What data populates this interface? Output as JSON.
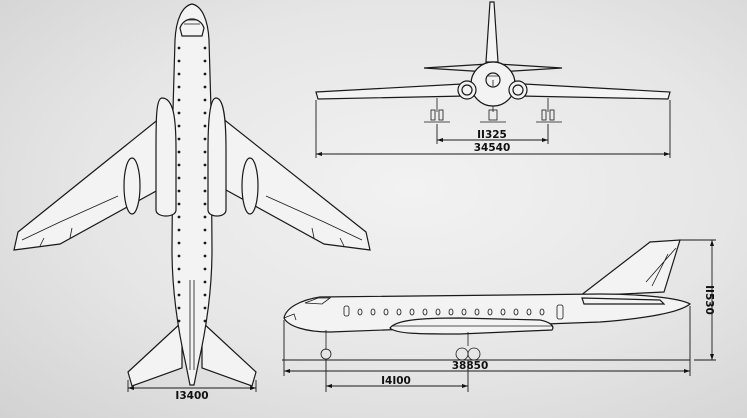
{
  "dimensions": {
    "wingspan_plan": "I3400",
    "front_track": "II325",
    "front_span": "34540",
    "side_wheelbase": "I4I00",
    "side_length": "38850",
    "side_height": "II530"
  }
}
